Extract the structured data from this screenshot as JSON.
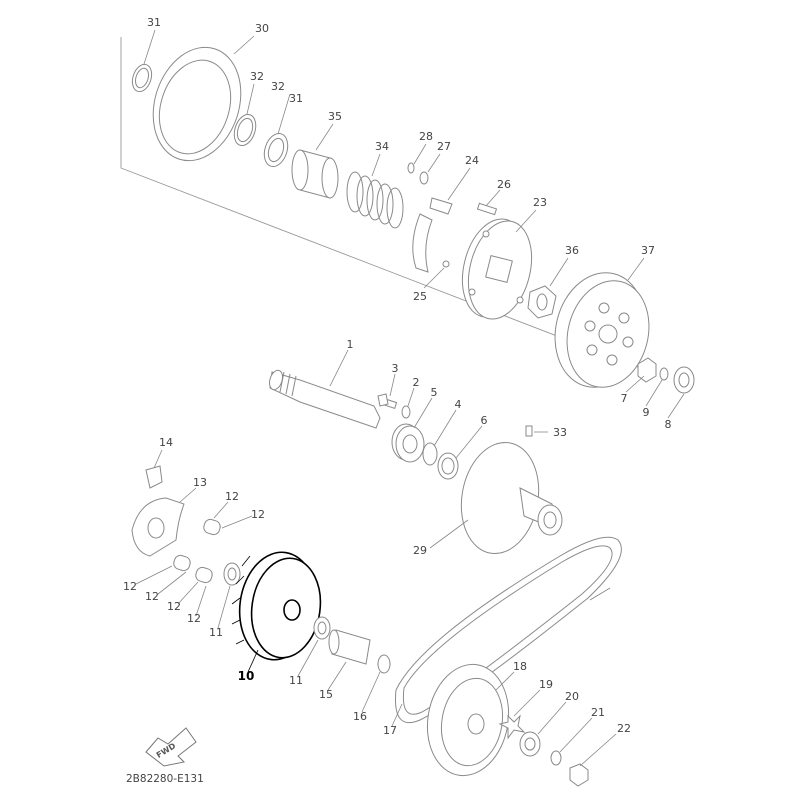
{
  "diagram_code": "2B82280-E131",
  "direction_badge": "FWD",
  "highlighted_part": "10",
  "highlight_color": "#000000",
  "line_color": "#8a8a8a",
  "labels": {
    "p1": "1",
    "p2": "2",
    "p3": "3",
    "p4": "4",
    "p5": "5",
    "p6": "6",
    "p7": "7",
    "p8": "8",
    "p9": "9",
    "p10": "10",
    "p11a": "11",
    "p11b": "11",
    "p12a": "12",
    "p12b": "12",
    "p12c": "12",
    "p12d": "12",
    "p12e": "12",
    "p13": "13",
    "p14": "14",
    "p15": "15",
    "p16": "16",
    "p17": "17",
    "p18": "18",
    "p19": "19",
    "p20": "20",
    "p21": "21",
    "p22": "22",
    "p23": "23",
    "p24": "24",
    "p25": "25",
    "p26": "26",
    "p27": "27",
    "p28": "28",
    "p29": "29",
    "p30": "30",
    "p31a": "31",
    "p31b": "31",
    "p32a": "32",
    "p32b": "32",
    "p33": "33",
    "p34": "34",
    "p35": "35",
    "p36": "36",
    "p37": "37"
  }
}
